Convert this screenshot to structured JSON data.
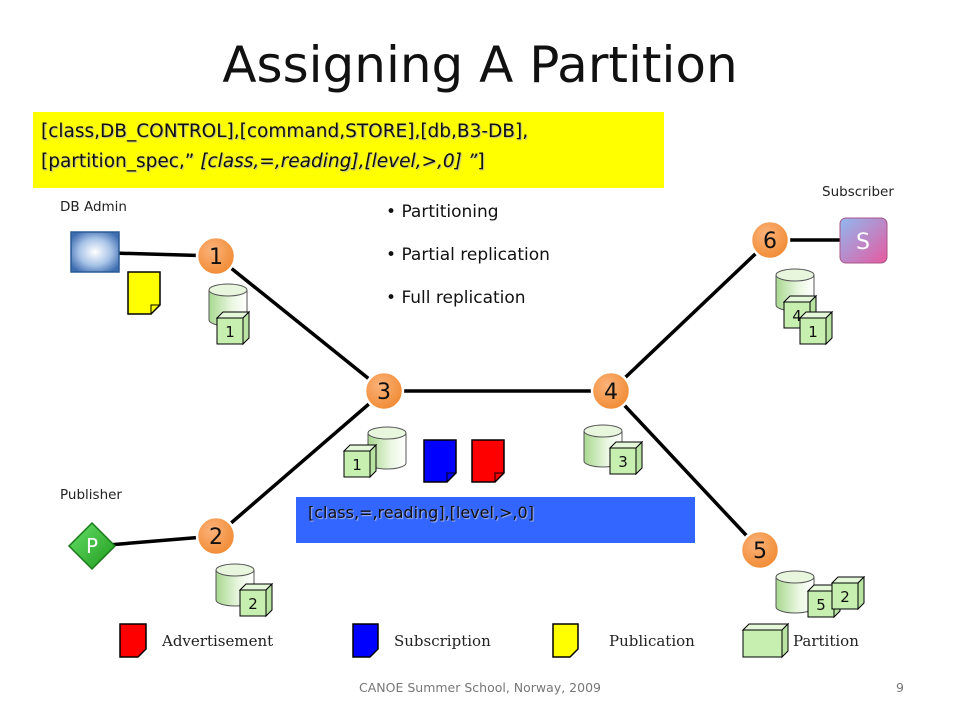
{
  "title": "Assigning A Partition",
  "message_box": {
    "line1": "[class,DB_CONTROL],[command,STORE],[db,B3-DB],",
    "line2_prefix": "[partition_spec,” ",
    "line2_spec": "[class,=,reading],[level,>,0] ”",
    "line2_suffix": "]",
    "color": "#ffff00"
  },
  "filter_box": {
    "text": "[class,=,reading],[level,>,0]",
    "color": "#3366ff"
  },
  "roles": {
    "db_admin": "DB Admin",
    "publisher": "Publisher",
    "subscriber": "Subscriber"
  },
  "bullets": [
    "Partitioning",
    "Partial replication",
    "Full replication"
  ],
  "nodes": [
    {
      "id": "node-1",
      "label": "1"
    },
    {
      "id": "node-2",
      "label": "2"
    },
    {
      "id": "node-3",
      "label": "3"
    },
    {
      "id": "node-4",
      "label": "4"
    },
    {
      "id": "node-5",
      "label": "5"
    },
    {
      "id": "node-6",
      "label": "6"
    }
  ],
  "clients": {
    "publisher_letter": "P",
    "subscriber_letter": "S"
  },
  "partitions": {
    "node1": [
      "1"
    ],
    "node2": [
      "2"
    ],
    "node3": [
      "1"
    ],
    "node4": [
      "3"
    ],
    "node5": [
      "5",
      "2"
    ],
    "node6": [
      "4",
      "1"
    ]
  },
  "legend": {
    "advertisement": "Advertisement",
    "subscription": "Subscription",
    "publication": "Publication",
    "partition": "Partition"
  },
  "colors": {
    "node_fill": "#f79646",
    "advertisement": "#ff0000",
    "subscription": "#0000ff",
    "publication": "#ffff00",
    "partition": "#c6efb0",
    "publisher": "#33cc33",
    "subscriber": "#cc66cc",
    "db_admin": "#4f81bd"
  },
  "footer": {
    "text": "CANOE Summer School, Norway, 2009",
    "page": "9"
  }
}
